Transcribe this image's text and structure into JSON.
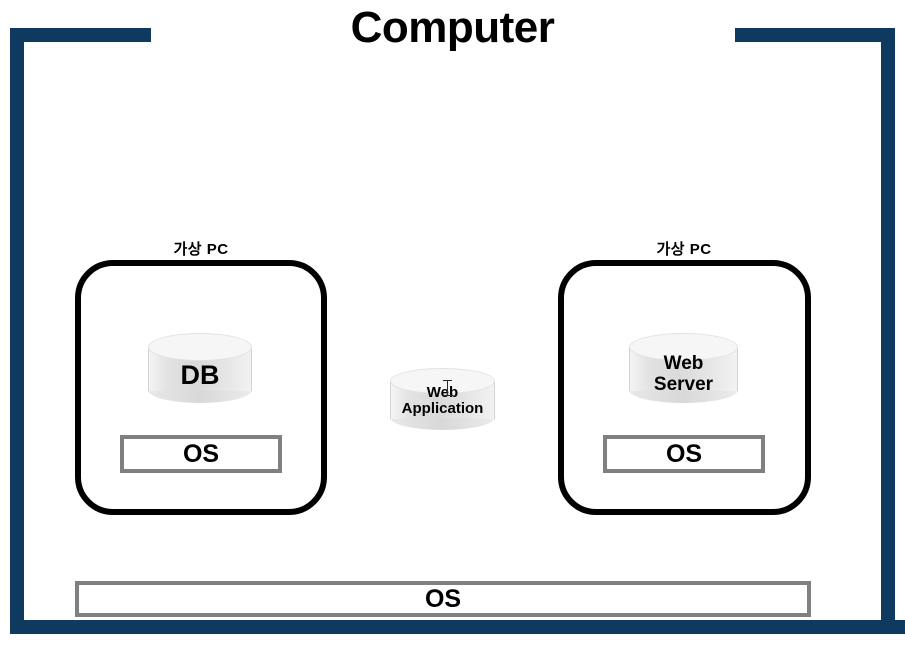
{
  "diagram": {
    "title": "Computer",
    "frame_color": "#0F3A5F",
    "host_os": {
      "label": "OS"
    },
    "virtual_machines": [
      {
        "label": "가상  PC",
        "component": {
          "name": "DB",
          "shape": "cylinder"
        },
        "os": {
          "label": "OS"
        }
      },
      {
        "label": "가상  PC",
        "component": {
          "name": "Web\nServer",
          "shape": "cylinder"
        },
        "os": {
          "label": "OS"
        }
      }
    ],
    "middle_component": {
      "name": "Web\nApplication",
      "shape": "cylinder"
    }
  }
}
